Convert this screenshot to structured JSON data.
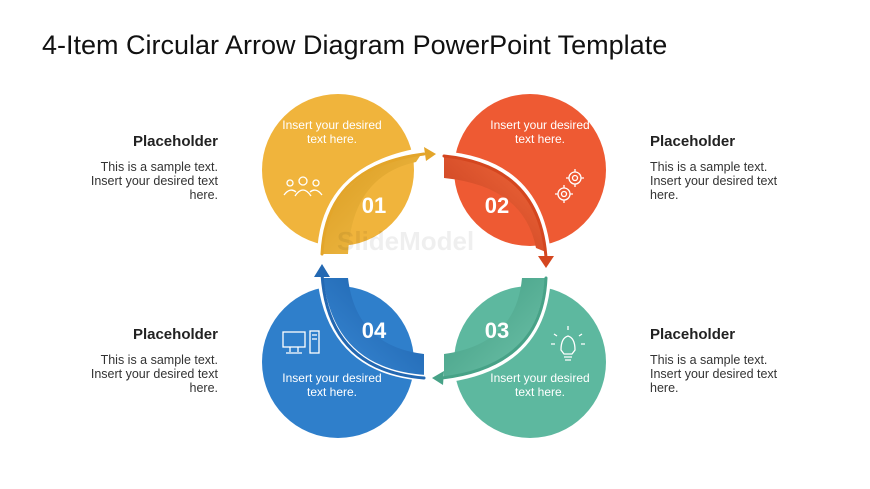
{
  "title": "4-Item Circular Arrow Diagram PowerPoint Template",
  "watermark": "SlideModel",
  "items": [
    {
      "number": "01",
      "circle_text": "Insert your desired text here.",
      "side_heading": "Placeholder",
      "side_text": "This is a sample text. Insert your desired text here.",
      "color": "#F0B43C",
      "icon": "people-icon"
    },
    {
      "number": "02",
      "circle_text": "Insert your desired text here.",
      "side_heading": "Placeholder",
      "side_text": "This is a sample text. Insert your desired text here.",
      "color": "#EE5A33",
      "icon": "gears-icon"
    },
    {
      "number": "03",
      "circle_text": "Insert your desired text here.",
      "side_heading": "Placeholder",
      "side_text": "This is a sample text. Insert your desired text here.",
      "color": "#5DB89F",
      "icon": "lightbulb-icon"
    },
    {
      "number": "04",
      "circle_text": "Insert your desired text here.",
      "side_heading": "Placeholder",
      "side_text": "This is a sample text. Insert your desired text here.",
      "color": "#2F7FCB",
      "icon": "computer-icon"
    }
  ]
}
